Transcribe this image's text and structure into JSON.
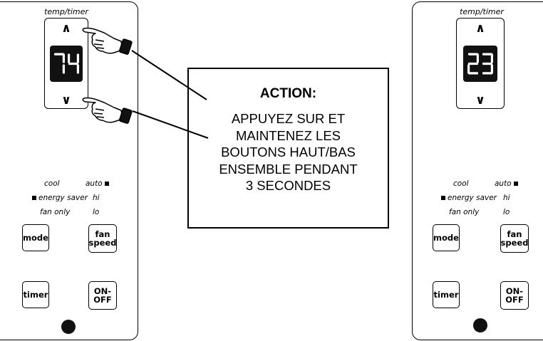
{
  "left_unit": {
    "display_label": "temp/timer",
    "up_arrow": "∧",
    "down_arrow": "∨",
    "display_value": "74",
    "indicators": {
      "cool": "cool",
      "auto": "auto",
      "energy_saver": "energy saver",
      "hi": "hi",
      "fan_only": "fan only",
      "lo": "lo"
    },
    "buttons": {
      "mode": "mode",
      "fan_speed": "fan\nspeed",
      "timer": "timer",
      "on_off": "ON-\nOFF"
    }
  },
  "right_unit": {
    "display_label": "temp/timer",
    "up_arrow": "∧",
    "down_arrow": "∨",
    "display_value": "23",
    "indicators": {
      "cool": "cool",
      "auto": "auto",
      "energy_saver": "energy saver",
      "hi": "hi",
      "fan_only": "fan only",
      "lo": "lo"
    },
    "buttons": {
      "mode": "mode",
      "fan_speed": "fan\nspeed",
      "timer": "timer",
      "on_off": "ON-\nOFF"
    }
  },
  "action": {
    "title": "ACTION:",
    "text": "APPUYEZ SUR ET\nMAINTENEZ LES\nBOUTONS HAUT/BAS\nENSEMBLE PENDANT\n3 SECONDES"
  }
}
